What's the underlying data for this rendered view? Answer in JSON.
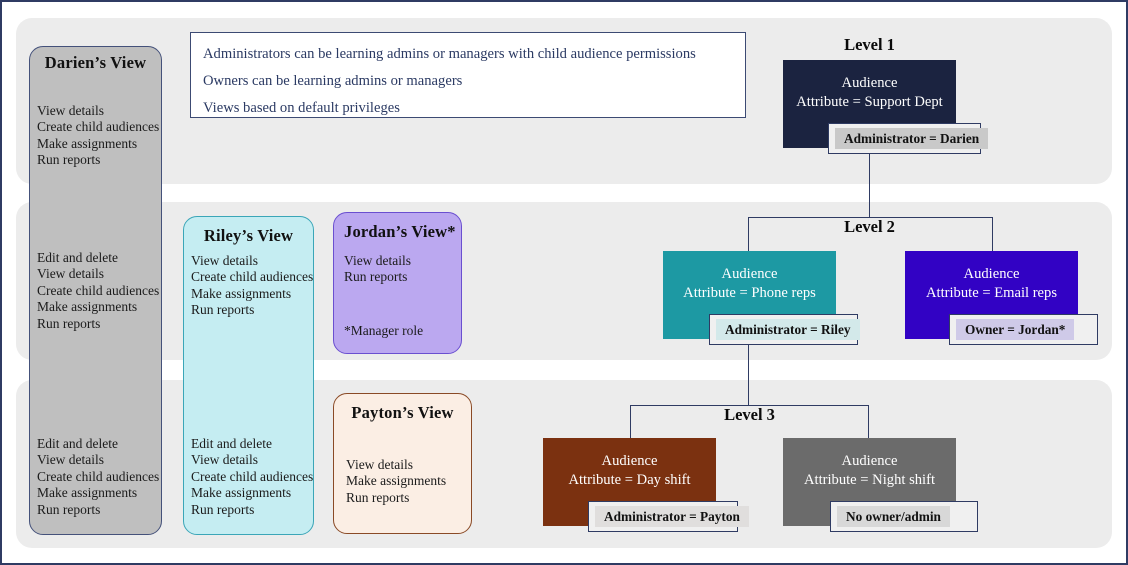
{
  "legend": {
    "lines": [
      "Administrators can be learning admins or managers with child audience permissions",
      "Owners can be learning admins or managers",
      "Views based on default privileges"
    ]
  },
  "views": {
    "darien": {
      "title": "Darien’s View",
      "color": "#bfbfbf",
      "border": "#44517a",
      "sections": [
        "View details\nCreate child audiences\nMake assignments\nRun reports",
        "Edit and delete\nView details\nCreate child audiences\nMake assignments\nRun reports",
        "Edit and delete\nView details\nCreate child audiences\nMake assignments\nRun reports"
      ]
    },
    "riley": {
      "title": "Riley’s View",
      "color": "#c5edf2",
      "border": "#3ba6b8",
      "sections": [
        "View details\nCreate child audiences\nMake assignments\nRun reports",
        "Edit and delete\nView details\nCreate child audiences\nMake assignments\nRun reports"
      ]
    },
    "jordan": {
      "title": "Jordan’s View*",
      "color": "#bba8f0",
      "border": "#6a4fd0",
      "permissions": "View details\nRun reports",
      "footnote": "*Manager role"
    },
    "payton": {
      "title": "Payton’s View",
      "color": "#fbeee4",
      "border": "#8a4a26",
      "permissions": "View details\nMake assignments\nRun reports"
    }
  },
  "tree": {
    "levels": [
      {
        "label": "Level 1"
      },
      {
        "label": "Level 2"
      },
      {
        "label": "Level 3"
      }
    ],
    "nodes": [
      {
        "id": "support-dept",
        "level": "Level 1",
        "text": "Audience\nAttribute = Support Dept",
        "color": "#1b2340",
        "role_label": "Administrator = Darien",
        "role_inner_color": "#c9c9c9"
      },
      {
        "id": "phone-reps",
        "level": "Level 2",
        "text": "Audience\nAttribute = Phone reps",
        "color": "#1d99a3",
        "role_label": "Administrator = Riley",
        "role_inner_color": "#d3e9ea"
      },
      {
        "id": "email-reps",
        "level": "Level 2",
        "text": "Audience\nAttribute = Email reps",
        "color": "#3202c4",
        "role_label": "Owner = Jordan*",
        "role_inner_color": "#cfcae8"
      },
      {
        "id": "day-shift",
        "level": "Level 3",
        "text": "Audience\nAttribute = Day shift",
        "color": "#7b3110",
        "role_label": "Administrator = Payton",
        "role_inner_color": "#e0dedd"
      },
      {
        "id": "night-shift",
        "level": "Level 3",
        "text": "Audience\nAttribute = Night shift",
        "color": "#6b6b6b",
        "role_label": "No owner/admin",
        "role_inner_color": "#d8d8d8"
      }
    ]
  },
  "colors": {
    "page_border": "#2f3b63",
    "band_bg": "#ececec",
    "connector": "#2f3b63",
    "legend_text": "#2b3a63"
  }
}
